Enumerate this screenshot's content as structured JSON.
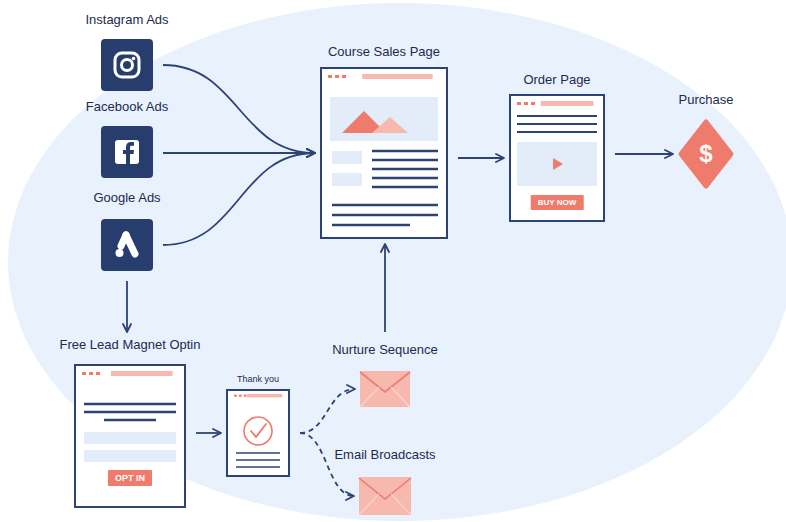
{
  "diagram": {
    "nodes": [
      {
        "text": [
          "Instagram Ads"
        ]
      },
      {
        "text": [
          "Facebook Ads"
        ]
      },
      {
        "text": [
          "Google Ads"
        ]
      },
      {
        "text": [
          "Course Sales Page"
        ]
      },
      {
        "text": [
          "Order Page"
        ]
      },
      {
        "text": [
          "BUY NOW"
        ],
        "in": 4
      },
      {
        "text": [
          "Purchase",
          "$"
        ]
      },
      {
        "text": [
          "Free Lead Magnet Optin"
        ]
      },
      {
        "text": [
          "OPT IN"
        ],
        "in": 7
      },
      {
        "text": [
          "Thank you"
        ]
      },
      {
        "text": [
          "Nurture Sequence"
        ]
      },
      {
        "text": [
          "Email Broadcasts"
        ]
      }
    ],
    "edges": [
      {
        "from": 0,
        "to": 3,
        "arrow": "to"
      },
      {
        "from": 1,
        "to": 3,
        "arrow": "to"
      },
      {
        "from": 2,
        "to": 3,
        "arrow": "to"
      },
      {
        "from": 3,
        "to": 4,
        "arrow": "to"
      },
      {
        "from": 4,
        "to": 6,
        "arrow": "to"
      },
      {
        "from": 2,
        "to": 7,
        "arrow": "to"
      },
      {
        "from": 7,
        "to": 9,
        "arrow": "to"
      },
      {
        "from": 9,
        "to": 10,
        "arrow": "to"
      },
      {
        "from": 9,
        "to": 11,
        "arrow": "to"
      },
      {
        "from": 10,
        "to": 3,
        "arrow": "to"
      }
    ]
  }
}
